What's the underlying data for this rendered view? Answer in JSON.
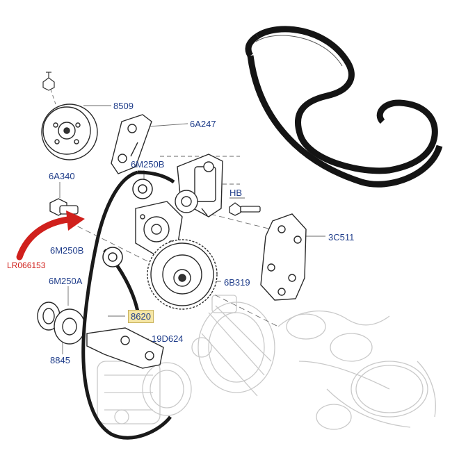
{
  "diagram": {
    "callouts": [
      {
        "id": "c8509",
        "text": "8509"
      },
      {
        "id": "c6A247",
        "text": "6A247"
      },
      {
        "id": "c6M250B_top",
        "text": "6M250B"
      },
      {
        "id": "c6A340",
        "text": "6A340"
      },
      {
        "id": "cHB",
        "text": "HB"
      },
      {
        "id": "c3C511",
        "text": "3C511"
      },
      {
        "id": "c6M250B_mid",
        "text": "6M250B"
      },
      {
        "id": "cLR066153",
        "text": "LR066153"
      },
      {
        "id": "c6B319",
        "text": "6B319"
      },
      {
        "id": "c6M250A",
        "text": "6M250A"
      },
      {
        "id": "c8620",
        "text": "8620"
      },
      {
        "id": "c19D624",
        "text": "19D624"
      },
      {
        "id": "c8845",
        "text": "8845"
      }
    ],
    "colors": {
      "callout_text": "#1f3d8a",
      "highlight": "#f6e7a6",
      "arrow": "#d0201c",
      "belt": "#151515",
      "line_art": "#5a5a5a",
      "faint_art": "#c9c9c9"
    }
  }
}
